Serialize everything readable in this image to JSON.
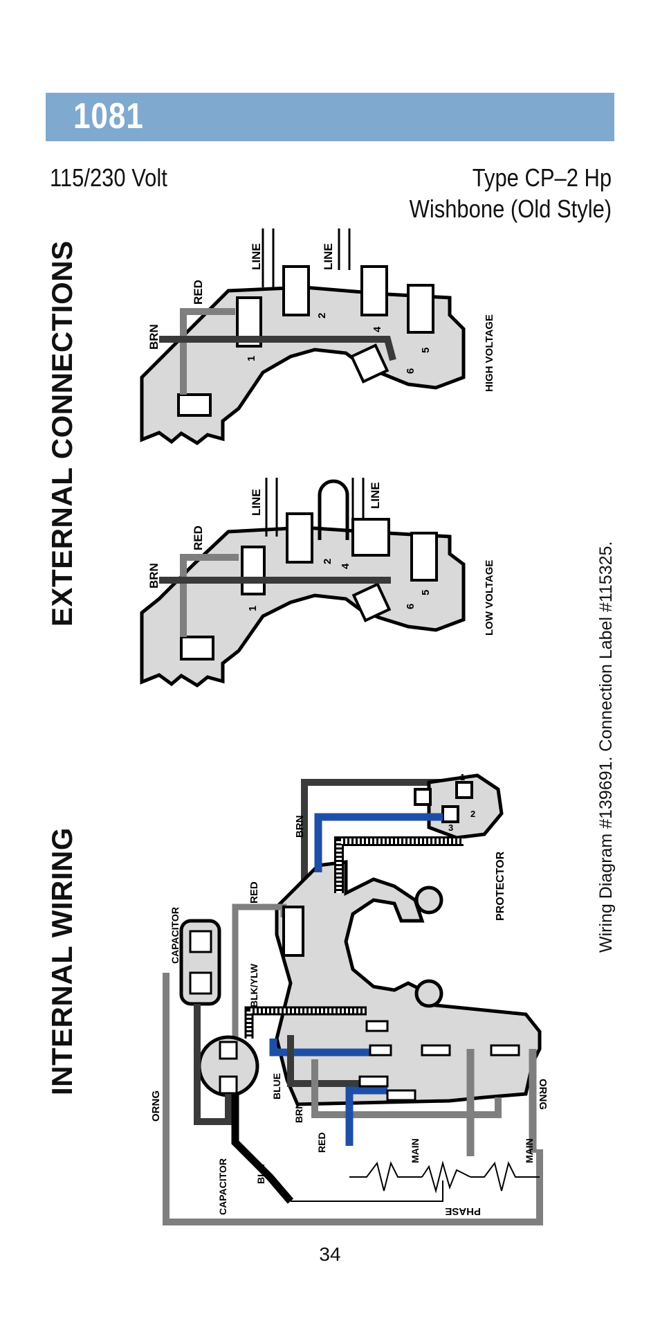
{
  "header": {
    "model": "1081",
    "voltage": "115/230 Volt",
    "type": "Type CP–2 Hp",
    "style": "Wishbone (Old Style)"
  },
  "sections": {
    "external_title": "EXTERNAL CONNECTIONS",
    "internal_title": "INTERNAL WIRING"
  },
  "high_voltage": {
    "caption": "HIGH VOLTAGE",
    "line_labels": [
      "LINE",
      "LINE"
    ],
    "wire_labels": [
      "RED",
      "BRN"
    ],
    "terminals": [
      "1",
      "2",
      "4",
      "5",
      "6"
    ]
  },
  "low_voltage": {
    "caption": "LOW VOLTAGE",
    "line_labels": [
      "LINE",
      "LINE"
    ],
    "wire_labels": [
      "RED",
      "BRN"
    ],
    "terminals": [
      "1",
      "2",
      "4",
      "5",
      "6"
    ]
  },
  "internal": {
    "labels": {
      "brn_top": "BRN",
      "protector": "PROTECTOR",
      "red_top": "RED",
      "capacitor_top": "CAPACITOR",
      "blk_ylw": "BLK/YLW",
      "blue": "BLUE",
      "brn_mid": "BRN",
      "red_mid": "RED",
      "capacitor_bottom": "CAPACITOR",
      "blk": "BLK",
      "orng_left": "ORNG",
      "orng_right": "ORNG",
      "main_left": "MAIN",
      "main_right": "MAIN",
      "phase": "PHASE",
      "protector_terminals": [
        "1",
        "2",
        "3"
      ]
    }
  },
  "colors": {
    "header_bar": "#7fa9cf",
    "plate": "#d9d9d9",
    "dark_wire": "#3a3a3a",
    "gray_wire": "#7f7f7f",
    "blue_wire": "#1e4fa8"
  },
  "footnote": "Wiring Diagram #139691.  Connection Label  #115325.",
  "page_number": "34"
}
